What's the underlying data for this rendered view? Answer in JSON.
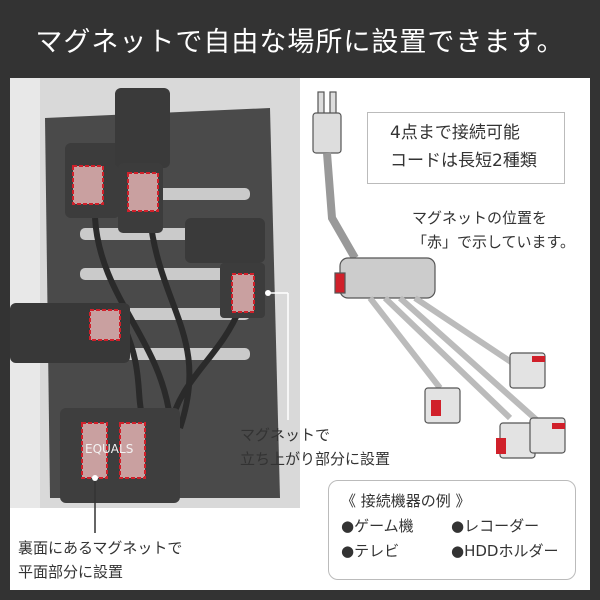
{
  "title": "マグネットで自由な場所に設置できます。",
  "info_box": {
    "line1": "4点まで接続可能",
    "line2": "コードは長短2種類"
  },
  "magnet_note": {
    "line1": "マグネットの位置を",
    "line2": "「赤」で示しています。"
  },
  "callout_upright": {
    "line1": "マグネットで",
    "line2": "立ち上がり部分に設置"
  },
  "callout_flat": {
    "line1": "裏面にあるマグネットで",
    "line2": "平面部分に設置"
  },
  "device_examples": {
    "heading": "《 接続機器の例 》",
    "items": [
      "●ゲーム機",
      "●レコーダー",
      "●テレビ",
      "●HDDホルダー"
    ]
  },
  "product_label": "EQUALS",
  "colors": {
    "frame": "#333333",
    "magnet": "#d0202a",
    "panel": "#ffffff"
  }
}
